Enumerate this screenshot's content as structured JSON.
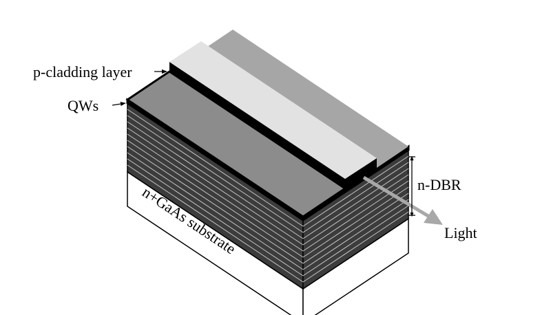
{
  "labels": {
    "p_cladding": "p-cladding layer",
    "qws": "QWs",
    "n_dbr": "n-DBR",
    "light": "Light",
    "substrate": "n+GaAs substrate"
  },
  "colors": {
    "top_left": "#8c8c8c",
    "top_right": "#a6a6a6",
    "ridge_top": "#e2e2e2",
    "dbr": "#3c3c3c",
    "dbr_stripe": "#c8c8c8",
    "substrate": "#ffffff",
    "light_arrow": "#a8a8a8"
  }
}
